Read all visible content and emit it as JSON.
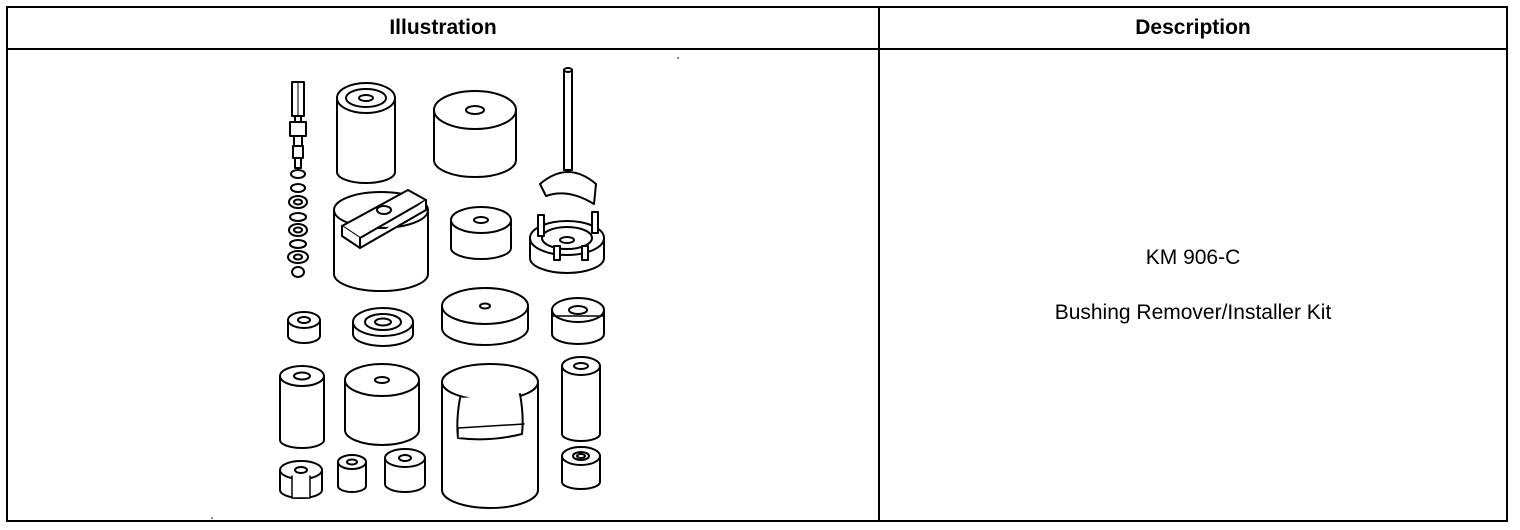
{
  "table": {
    "headers": {
      "illustration": "Illustration",
      "description": "Description"
    },
    "rows": [
      {
        "illustration_icon": "bushing-remover-installer-kit-illustration",
        "tool_number": "KM 906-C",
        "tool_name": "Bushing Remover/Installer Kit"
      }
    ]
  },
  "colors": {
    "line": "#000000",
    "background": "#ffffff"
  }
}
